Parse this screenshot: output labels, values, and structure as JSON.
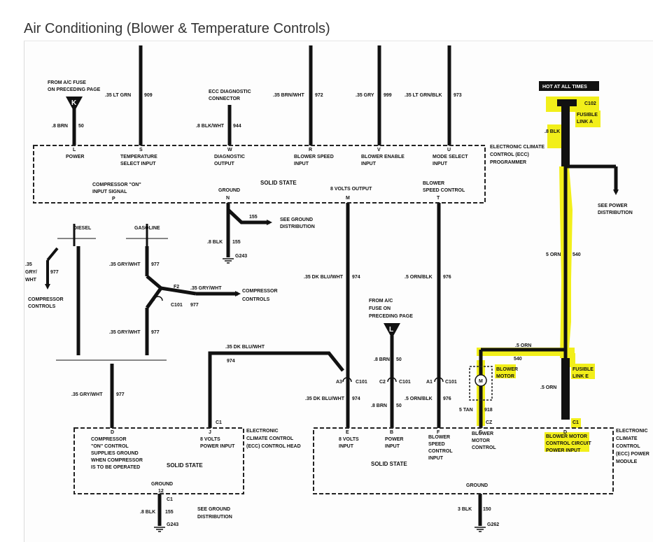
{
  "title": "Air Conditioning (Blower & Temperature Controls)",
  "colors": {
    "highlight": "#f2ef1a",
    "wire": "#111111",
    "box": "#222222"
  },
  "labels": {
    "from_ac_fuse_top": [
      "FROM A/C FUSE",
      "ON PRECEDING PAGE"
    ],
    "fuse_letter": "K",
    "w_8brn_50": ".8 BRN",
    "n_50": "50",
    "w_35ltgrn": ".35 LT GRN",
    "n_909": "909",
    "ecc_diag": [
      "ECC DIAGNOSTIC",
      "CONNECTOR"
    ],
    "w_8blkwht": ".8 BLK/WHT",
    "n_944": "944",
    "w_35brnwht": ".35 BRN/WHT",
    "n_972": "972",
    "w_35gry": ".35 GRY",
    "n_999": "999",
    "w_35ltgrnblk": ".35 LT GRN/BLK",
    "n_973": "973",
    "hot": "HOT AT ALL TIMES",
    "c102": "C102",
    "fusible_a": [
      "FUSIBLE",
      "LINK A"
    ],
    "w_8blk": ".8 BLK",
    "prog_pins": [
      "L",
      "S",
      "W",
      "R",
      "V",
      "U"
    ],
    "prog_pin_names": [
      [
        "POWER"
      ],
      [
        "TEMPERATURE",
        "SELECT INPUT"
      ],
      [
        "DIAGNOSTIC",
        "OUTPUT"
      ],
      [
        "BLOWER SPEED",
        "INPUT"
      ],
      [
        "BLOWER ENABLE",
        "INPUT"
      ],
      [
        "MODE SELECT",
        "INPUT"
      ]
    ],
    "ecc_programmer": [
      "ELECTRONIC CLIMATE",
      "CONTROL (ECC)",
      "PROGRAMMER"
    ],
    "compressor_on_input": [
      "COMPRESSOR \"ON\"",
      "INPUT SIGNAL"
    ],
    "pin_p": "P",
    "ground": "GROUND",
    "pin_n": "N",
    "solid_state": "SOLID STATE",
    "eight_volts_output": "8 VOLTS OUTPUT",
    "pin_m": "M",
    "blower_speed_control": [
      "BLOWER",
      "SPEED CONTROL"
    ],
    "pin_t": "T",
    "see_power_dist": [
      "SEE POWER",
      "DISTRIBUTION"
    ],
    "n_155": "155",
    "see_ground_dist": [
      "SEE GROUND",
      "DISTRIBUTION"
    ],
    "diesel": "DIESEL",
    "gasoline": "GASOLINE",
    "g243": "G243",
    "w_35gry_left": [
      ".35",
      "GRY/",
      "WHT"
    ],
    "n_977": "977",
    "compressor_controls": [
      "COMPRESSOR",
      "CONTROLS"
    ],
    "w_35grywht": ".35 GRY/WHT",
    "f2": "F2",
    "c101": "C101",
    "w_35dkbluwht": ".35 DK BLU/WHT",
    "n_974": "974",
    "w_5ornblk": ".5 ORN/BLK",
    "n_976": "976",
    "w_5orn": "5 ORN",
    "n_540": "540",
    "from_ac_fuse_mid": [
      "FROM A/C",
      "FUSE ON",
      "PRECEDING PAGE"
    ],
    "fuse_l": "L",
    "w_8brn": ".8 BRN",
    "w_dot5orn": ".5 ORN",
    "blower_motor": [
      "BLOWER",
      "MOTOR"
    ],
    "fusible_e": [
      "FUSIBLE",
      "LINK E"
    ],
    "a3": "A3",
    "c2": "C2",
    "a1": "A1",
    "w_5tan": "5 TAN",
    "n_918": "918",
    "cz": "CZ",
    "w_8brn_b": ".8 BRN",
    "pin_d": "D",
    "pin_j": "J",
    "c1": "C1",
    "compressor_on_ctrl": [
      "COMPRESSOR",
      "\"ON\" CONTROL",
      "SUPPLIES GROUND",
      "WHEN COMPRESSOR",
      "IS TO BE OPERATED"
    ],
    "eight_volts_input": [
      "8 VOLTS",
      "POWER INPUT"
    ],
    "ecc_control_head": [
      "ELECTRONIC",
      "CLIMATE CONTROL",
      "(ECC) CONTROL HEAD"
    ],
    "ground_12": [
      "GROUND",
      "12"
    ],
    "pin_e": "E",
    "pin_b": "B",
    "pin_c": "C",
    "pin_f": "F",
    "pin_dd": "D",
    "eight_volts_input_b": [
      "8 VOLTS",
      "INPUT"
    ],
    "power_input": [
      "POWER",
      "INPUT"
    ],
    "blower_speed_ctrl_input": [
      "BLOWER",
      "SPEED",
      "CONTROL",
      "INPUT"
    ],
    "blower_motor_control": [
      "BLOWER",
      "MOTOR",
      "CONTROL"
    ],
    "bm_ccpi": [
      "BLOWER MOTOR",
      "CONTROL CIRCUIT",
      "POWER INPUT"
    ],
    "ecc_power_module": [
      "ELECTRONIC",
      "CLIMATE",
      "CONTROL",
      "(ECC) POWER",
      "MODULE"
    ],
    "w_3blk": "3 BLK",
    "n_150": "150",
    "g262": "G262"
  }
}
